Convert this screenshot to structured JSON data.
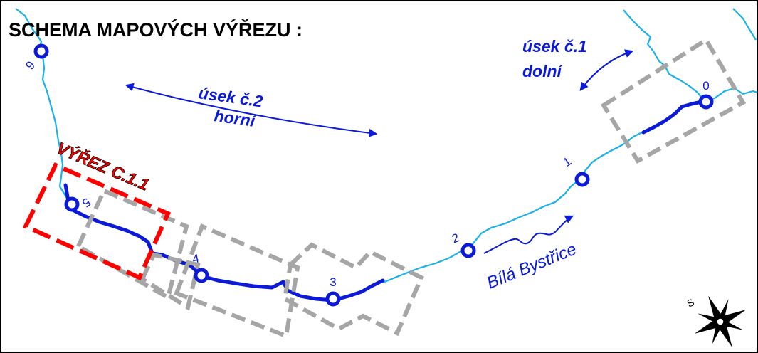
{
  "title": "SCHEMA MAPOVÝCH VÝŘEZU :",
  "segments": {
    "lower_line1": "úsek č.1",
    "lower_line2": "dolní",
    "upper_line1": "úsek č.2",
    "upper_line2": "horní"
  },
  "river_name": "Bílá Bystřice",
  "active_cutout_label": "VÝŘEZ C.1.1",
  "points": [
    "0",
    "1",
    "2",
    "3",
    "4",
    "5",
    "6"
  ],
  "compass_label": "S",
  "colors": {
    "river_light": "#1ab0e8",
    "river_dark": "#0a1ad8",
    "label_blue": "#0a1ad8",
    "frame_gray": "#a6a6a6",
    "frame_active": "#ff0000",
    "border": "#000000"
  }
}
